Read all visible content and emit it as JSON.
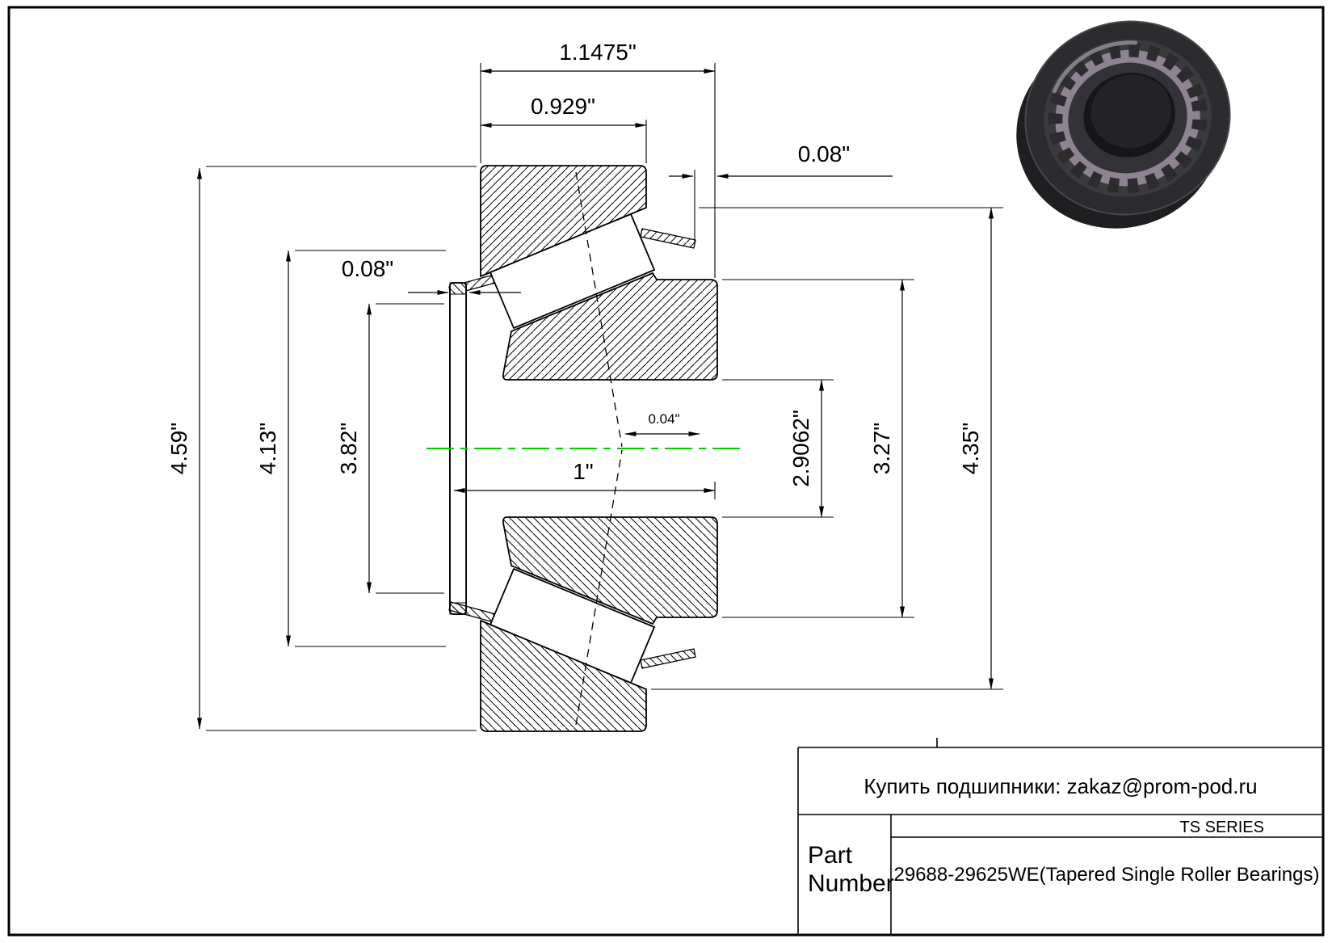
{
  "page": {
    "background": "#ffffff",
    "border_color": "#000000"
  },
  "drawing": {
    "centerline_color": "#00cc00",
    "dimensions": {
      "overall_width": "1.1475\"",
      "cup_width": "0.929\"",
      "right_offset": "0.08\"",
      "left_offset": "0.08\"",
      "outer_diameter": "4.59\"",
      "diameter_4_13": "4.13\"",
      "diameter_3_82": "3.82\"",
      "cone_width": "1\"",
      "apex_offset": "0.04\"",
      "bore_diameter": "2.9062\"",
      "diameter_3_27": "3.27\"",
      "diameter_4_35": "4.35\""
    }
  },
  "title_block": {
    "contact": "Купить подшипники: zakaz@prom-pod.ru",
    "series": "TS SERIES",
    "part_label_line1": "Part",
    "part_label_line2": "Number",
    "part_number": "29688-29625WE(Tapered Single Roller Bearings)"
  }
}
